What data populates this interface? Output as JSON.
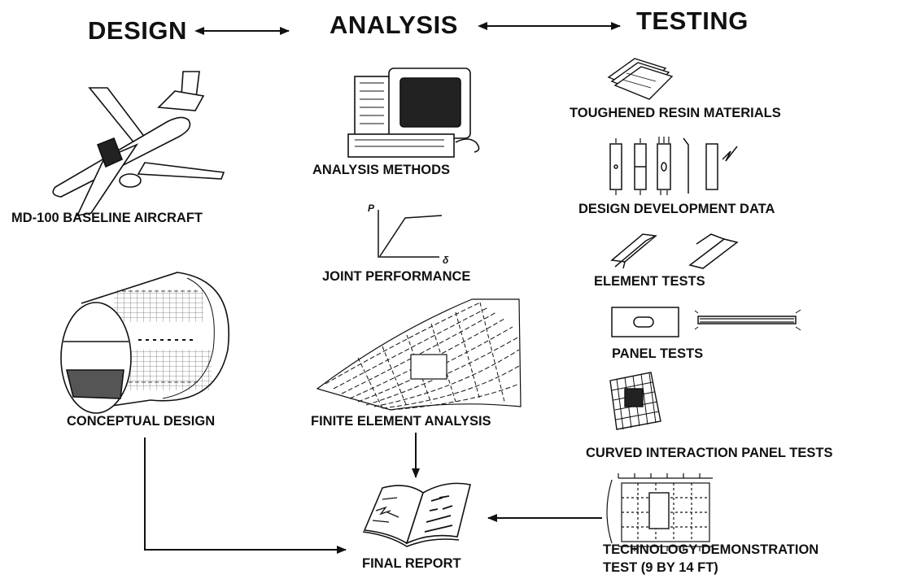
{
  "headers": {
    "design": "DESIGN",
    "analysis": "ANALYSIS",
    "testing": "TESTING"
  },
  "design_column": {
    "baseline_aircraft": "MD-100 BASELINE AIRCRAFT",
    "conceptual_design": "CONCEPTUAL DESIGN"
  },
  "analysis_column": {
    "analysis_methods": "ANALYSIS METHODS",
    "joint_performance": "JOINT PERFORMANCE",
    "joint_performance_graph": {
      "y_axis_symbol": "P",
      "x_axis_symbol": "δ"
    },
    "finite_element_analysis": "FINITE ELEMENT ANALYSIS"
  },
  "testing_column": {
    "toughened_resin_materials": "TOUGHENED RESIN MATERIALS",
    "design_development_data": "DESIGN DEVELOPMENT DATA",
    "element_tests": "ELEMENT TESTS",
    "panel_tests": "PANEL TESTS",
    "curved_interaction_panel_tests": "CURVED INTERACTION PANEL TESTS",
    "technology_demonstration_line1": "TECHNOLOGY DEMONSTRATION",
    "technology_demonstration_line2": "TEST (9 BY 14 FT)"
  },
  "output": {
    "final_report": "FINAL REPORT"
  },
  "icons": [
    "aircraft-icon",
    "computer-terminal-icon",
    "resin-sheets-icon",
    "test-coupons-icon",
    "joint-performance-graph-icon",
    "stringer-elements-icon",
    "conceptual-fuselage-icon",
    "panel-specimen-icon",
    "finite-element-mesh-icon",
    "curved-panel-icon",
    "demonstration-test-icon",
    "report-book-icon"
  ]
}
